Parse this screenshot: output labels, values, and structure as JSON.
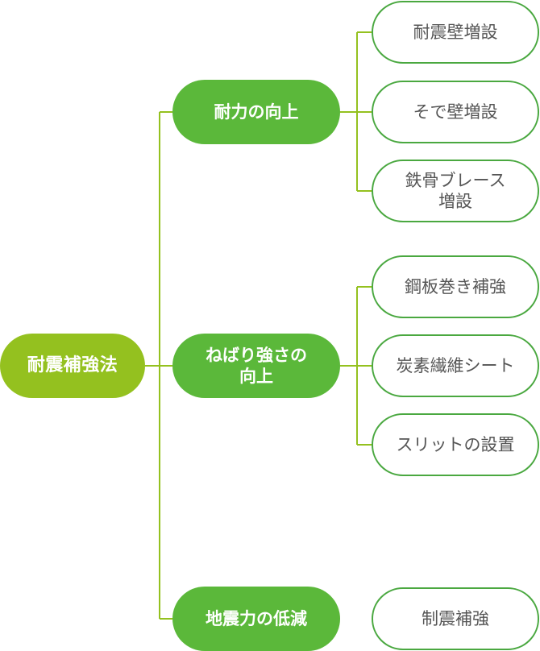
{
  "colors": {
    "root": "#94c11f",
    "mid": "#5bb83a",
    "line": "#94c11f",
    "leaf_border": "#4aa840",
    "leaf_text": "#555555"
  },
  "root": {
    "label": "耐震補強法"
  },
  "branches": [
    {
      "label": "耐力の向上",
      "leaves": [
        {
          "label": "耐震壁増設"
        },
        {
          "label": "そで壁増設"
        },
        {
          "label": "鉄骨ブレース\n増設"
        }
      ]
    },
    {
      "label": "ねばり強さの\n向上",
      "leaves": [
        {
          "label": "鋼板巻き補強"
        },
        {
          "label": "炭素繊維シート"
        },
        {
          "label": "スリットの設置"
        }
      ]
    },
    {
      "label": "地震力の低減",
      "leaves": [
        {
          "label": "制震補強"
        }
      ]
    }
  ]
}
